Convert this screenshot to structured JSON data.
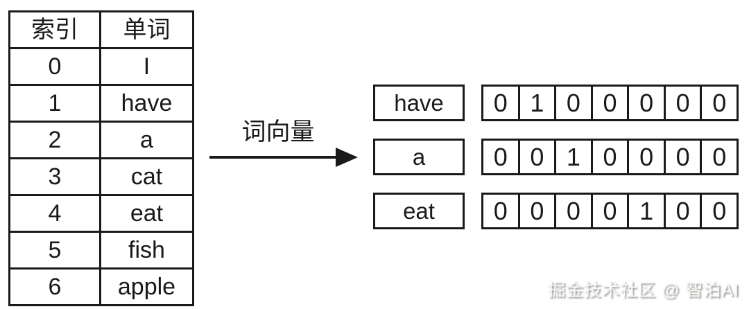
{
  "vocab_table": {
    "headers": [
      "索引",
      "单词"
    ],
    "rows": [
      [
        "0",
        "I"
      ],
      [
        "1",
        "have"
      ],
      [
        "2",
        "a"
      ],
      [
        "3",
        "cat"
      ],
      [
        "4",
        "eat"
      ],
      [
        "5",
        "fish"
      ],
      [
        "6",
        "apple"
      ]
    ]
  },
  "arrow_label": "词向量",
  "onehot_rows": [
    {
      "word": "have",
      "vector": [
        "0",
        "1",
        "0",
        "0",
        "0",
        "0",
        "0"
      ]
    },
    {
      "word": "a",
      "vector": [
        "0",
        "0",
        "1",
        "0",
        "0",
        "0",
        "0"
      ]
    },
    {
      "word": "eat",
      "vector": [
        "0",
        "0",
        "0",
        "0",
        "1",
        "0",
        "0"
      ]
    }
  ],
  "watermark": "掘金技术社区 @ 智泊AI",
  "colors": {
    "ink": "#1a1a1a",
    "background": "#ffffff",
    "watermark_text": "#faf8f4"
  }
}
